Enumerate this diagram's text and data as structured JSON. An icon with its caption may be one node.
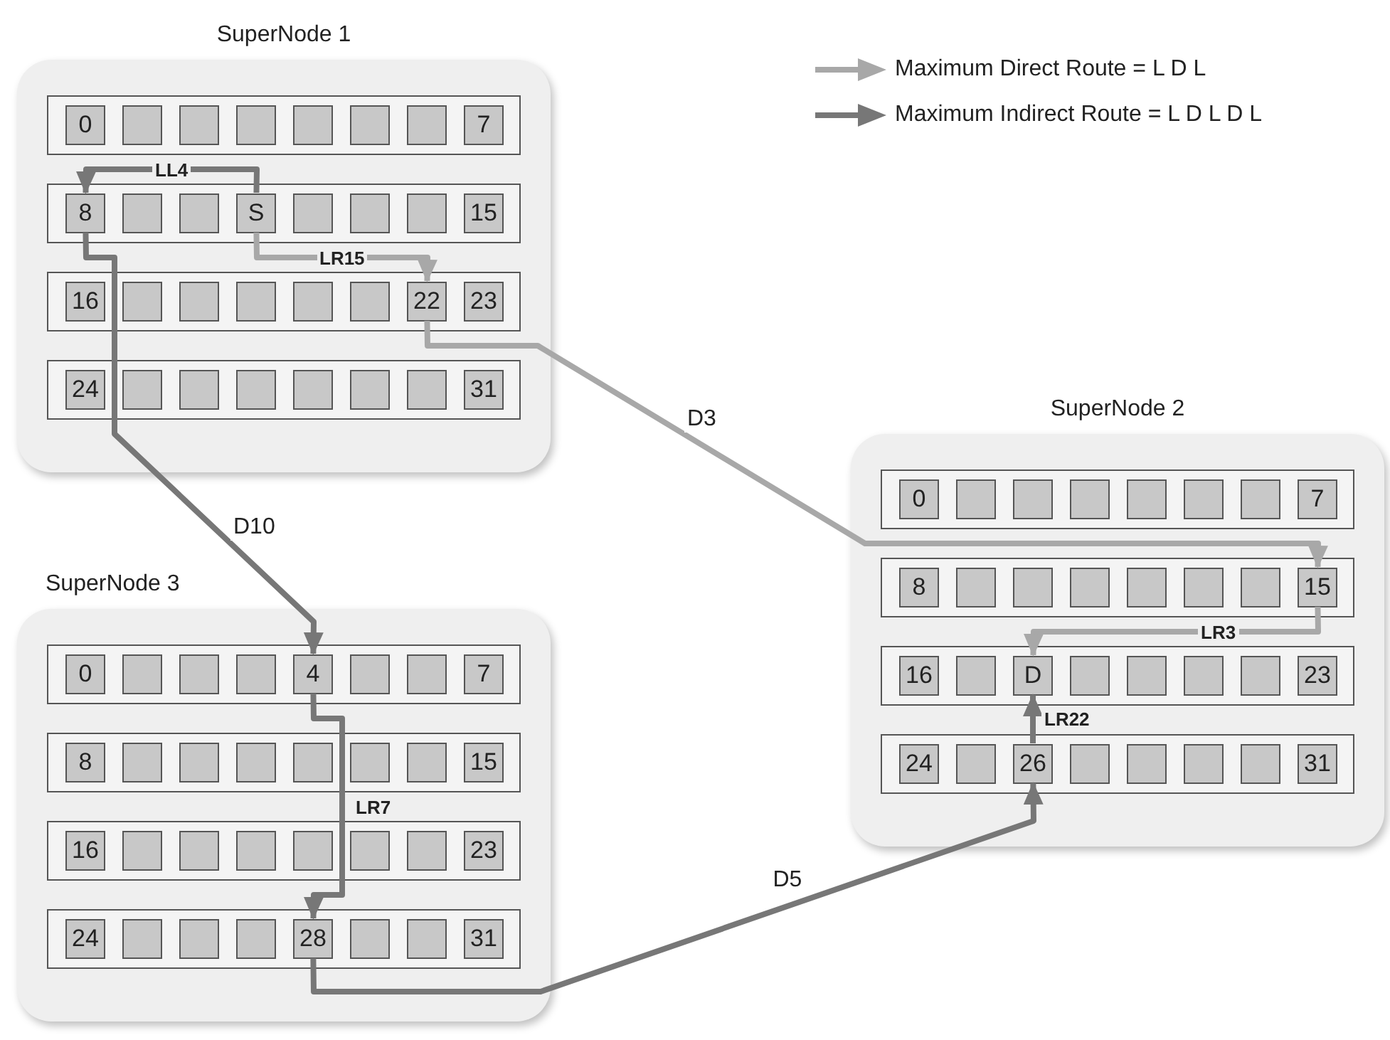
{
  "diagram": {
    "nodes": [
      {
        "text": [
          "SuperNode 1"
        ]
      },
      {
        "text": [],
        "shape": "box",
        "in": 0
      },
      {
        "text": [
          "0"
        ],
        "in": 1
      },
      {
        "text": [],
        "shape": "box",
        "in": 1
      },
      {
        "text": [],
        "shape": "box",
        "in": 1
      },
      {
        "text": [],
        "shape": "box",
        "in": 1
      },
      {
        "text": [],
        "shape": "box",
        "in": 1
      },
      {
        "text": [],
        "shape": "box",
        "in": 1
      },
      {
        "text": [],
        "shape": "box",
        "in": 1
      },
      {
        "text": [
          "7"
        ],
        "in": 1
      },
      {
        "text": [],
        "shape": "box",
        "in": 0
      },
      {
        "text": [
          "8"
        ],
        "in": 10
      },
      {
        "text": [],
        "shape": "box",
        "in": 10
      },
      {
        "text": [],
        "shape": "box",
        "in": 10
      },
      {
        "text": [
          "S"
        ],
        "in": 10
      },
      {
        "text": [],
        "shape": "box",
        "in": 10
      },
      {
        "text": [],
        "shape": "box",
        "in": 10
      },
      {
        "text": [],
        "shape": "box",
        "in": 10
      },
      {
        "text": [
          "15"
        ],
        "in": 10
      },
      {
        "text": [],
        "shape": "box",
        "in": 0
      },
      {
        "text": [
          "16"
        ],
        "in": 19
      },
      {
        "text": [],
        "shape": "box",
        "in": 19
      },
      {
        "text": [],
        "shape": "box",
        "in": 19
      },
      {
        "text": [],
        "shape": "box",
        "in": 19
      },
      {
        "text": [],
        "shape": "box",
        "in": 19
      },
      {
        "text": [],
        "shape": "box",
        "in": 19
      },
      {
        "text": [
          "22"
        ],
        "in": 19
      },
      {
        "text": [
          "23"
        ],
        "in": 19
      },
      {
        "text": [],
        "shape": "box",
        "in": 0
      },
      {
        "text": [
          "24"
        ],
        "in": 28
      },
      {
        "text": [],
        "shape": "box",
        "in": 28
      },
      {
        "text": [],
        "shape": "box",
        "in": 28
      },
      {
        "text": [],
        "shape": "box",
        "in": 28
      },
      {
        "text": [],
        "shape": "box",
        "in": 28
      },
      {
        "text": [],
        "shape": "box",
        "in": 28
      },
      {
        "text": [],
        "shape": "box",
        "in": 28
      },
      {
        "text": [
          "31"
        ],
        "in": 28
      },
      {
        "text": [
          "SuperNode 2"
        ]
      },
      {
        "text": [],
        "shape": "box",
        "in": 37
      },
      {
        "text": [
          "0"
        ],
        "in": 38
      },
      {
        "text": [],
        "shape": "box",
        "in": 38
      },
      {
        "text": [],
        "shape": "box",
        "in": 38
      },
      {
        "text": [],
        "shape": "box",
        "in": 38
      },
      {
        "text": [],
        "shape": "box",
        "in": 38
      },
      {
        "text": [],
        "shape": "box",
        "in": 38
      },
      {
        "text": [],
        "shape": "box",
        "in": 38
      },
      {
        "text": [
          "7"
        ],
        "in": 38
      },
      {
        "text": [],
        "shape": "box",
        "in": 37
      },
      {
        "text": [
          "8"
        ],
        "in": 47
      },
      {
        "text": [],
        "shape": "box",
        "in": 47
      },
      {
        "text": [],
        "shape": "box",
        "in": 47
      },
      {
        "text": [],
        "shape": "box",
        "in": 47
      },
      {
        "text": [],
        "shape": "box",
        "in": 47
      },
      {
        "text": [],
        "shape": "box",
        "in": 47
      },
      {
        "text": [],
        "shape": "box",
        "in": 47
      },
      {
        "text": [
          "15"
        ],
        "in": 47
      },
      {
        "text": [],
        "shape": "box",
        "in": 37
      },
      {
        "text": [
          "16"
        ],
        "in": 56
      },
      {
        "text": [],
        "shape": "box",
        "in": 56
      },
      {
        "text": [
          "D"
        ],
        "in": 56
      },
      {
        "text": [],
        "shape": "box",
        "in": 56
      },
      {
        "text": [],
        "shape": "box",
        "in": 56
      },
      {
        "text": [],
        "shape": "box",
        "in": 56
      },
      {
        "text": [],
        "shape": "box",
        "in": 56
      },
      {
        "text": [
          "23"
        ],
        "in": 56
      },
      {
        "text": [],
        "shape": "box",
        "in": 37
      },
      {
        "text": [
          "24"
        ],
        "in": 65
      },
      {
        "text": [],
        "shape": "box",
        "in": 65
      },
      {
        "text": [
          "26"
        ],
        "in": 65
      },
      {
        "text": [],
        "shape": "box",
        "in": 65
      },
      {
        "text": [],
        "shape": "box",
        "in": 65
      },
      {
        "text": [],
        "shape": "box",
        "in": 65
      },
      {
        "text": [],
        "shape": "box",
        "in": 65
      },
      {
        "text": [
          "31"
        ],
        "in": 65
      },
      {
        "text": [
          "SuperNode 3"
        ]
      },
      {
        "text": [],
        "shape": "box",
        "in": 74
      },
      {
        "text": [
          "0"
        ],
        "in": 75
      },
      {
        "text": [],
        "shape": "box",
        "in": 75
      },
      {
        "text": [],
        "shape": "box",
        "in": 75
      },
      {
        "text": [],
        "shape": "box",
        "in": 75
      },
      {
        "text": [
          "4"
        ],
        "in": 75
      },
      {
        "text": [],
        "shape": "box",
        "in": 75
      },
      {
        "text": [],
        "shape": "box",
        "in": 75
      },
      {
        "text": [
          "7"
        ],
        "in": 75
      },
      {
        "text": [],
        "shape": "box",
        "in": 74
      },
      {
        "text": [
          "8"
        ],
        "in": 84
      },
      {
        "text": [],
        "shape": "box",
        "in": 84
      },
      {
        "text": [],
        "shape": "box",
        "in": 84
      },
      {
        "text": [],
        "shape": "box",
        "in": 84
      },
      {
        "text": [],
        "shape": "box",
        "in": 84
      },
      {
        "text": [],
        "shape": "box",
        "in": 84
      },
      {
        "text": [],
        "shape": "box",
        "in": 84
      },
      {
        "text": [
          "15"
        ],
        "in": 84
      },
      {
        "text": [],
        "shape": "box",
        "in": 74
      },
      {
        "text": [
          "16"
        ],
        "in": 93
      },
      {
        "text": [],
        "shape": "box",
        "in": 93
      },
      {
        "text": [],
        "shape": "box",
        "in": 93
      },
      {
        "text": [],
        "shape": "box",
        "in": 93
      },
      {
        "text": [],
        "shape": "box",
        "in": 93
      },
      {
        "text": [],
        "shape": "box",
        "in": 93
      },
      {
        "text": [],
        "shape": "box",
        "in": 93
      },
      {
        "text": [
          "23"
        ],
        "in": 93
      },
      {
        "text": [],
        "shape": "box",
        "in": 74
      },
      {
        "text": [
          "24"
        ],
        "in": 102
      },
      {
        "text": [],
        "shape": "box",
        "in": 102
      },
      {
        "text": [],
        "shape": "box",
        "in": 102
      },
      {
        "text": [],
        "shape": "box",
        "in": 102
      },
      {
        "text": [
          "28"
        ],
        "in": 102
      },
      {
        "text": [],
        "shape": "box",
        "in": 102
      },
      {
        "text": [],
        "shape": "box",
        "in": 102
      },
      {
        "text": [
          "31"
        ],
        "in": 102
      }
    ],
    "edges": [
      {
        "from": 14,
        "to": 11,
        "arrow": "to",
        "label": "LL4"
      },
      {
        "from": 14,
        "to": 26,
        "arrow": "to",
        "label": "LR15",
        "color": "#a8a8a8"
      },
      {
        "from": 26,
        "to": 55,
        "arrow": "to",
        "label": "D3",
        "color": "#a8a8a8"
      },
      {
        "from": 55,
        "to": 59,
        "arrow": "to",
        "label": "LR3",
        "color": "#a8a8a8"
      },
      {
        "from": 11,
        "to": 80,
        "arrow": "to",
        "label": "D10"
      },
      {
        "from": 80,
        "to": 107,
        "arrow": "to",
        "label": "LR7"
      },
      {
        "from": 107,
        "to": 68,
        "arrow": "to",
        "label": "D5"
      },
      {
        "from": 68,
        "to": 59,
        "arrow": "to",
        "label": "LR22"
      }
    ],
    "legend": [
      {
        "text": "Maximum Direct Route = L D L"
      },
      {
        "text": "Maximum Indirect Route = L D L D L"
      }
    ]
  }
}
